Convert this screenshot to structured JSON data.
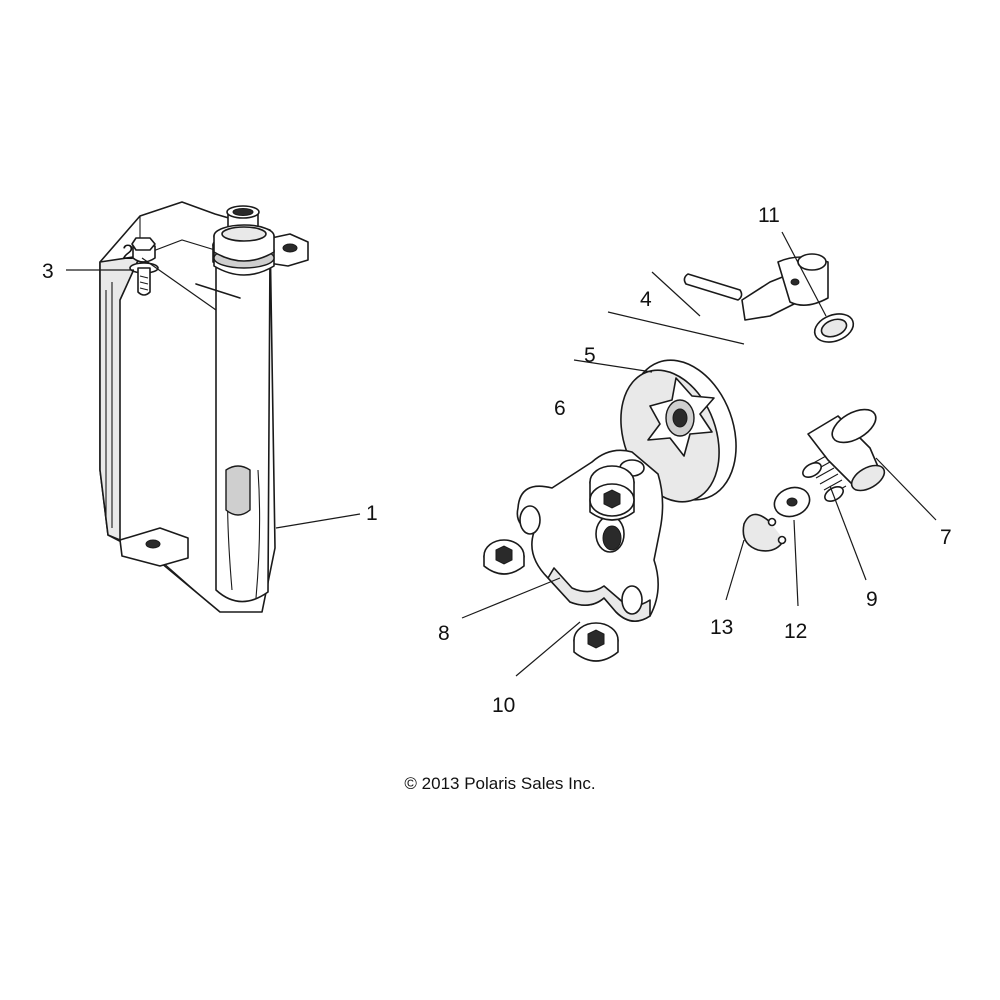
{
  "callouts": {
    "c1": "1",
    "c2": "2",
    "c3": "3",
    "c4": "4",
    "c5": "5",
    "c6": "6",
    "c7": "7",
    "c8": "8",
    "c9": "9",
    "c10": "10",
    "c11": "11",
    "c12": "12",
    "c13": "13"
  },
  "copyright": "© 2013 Polaris Sales Inc."
}
